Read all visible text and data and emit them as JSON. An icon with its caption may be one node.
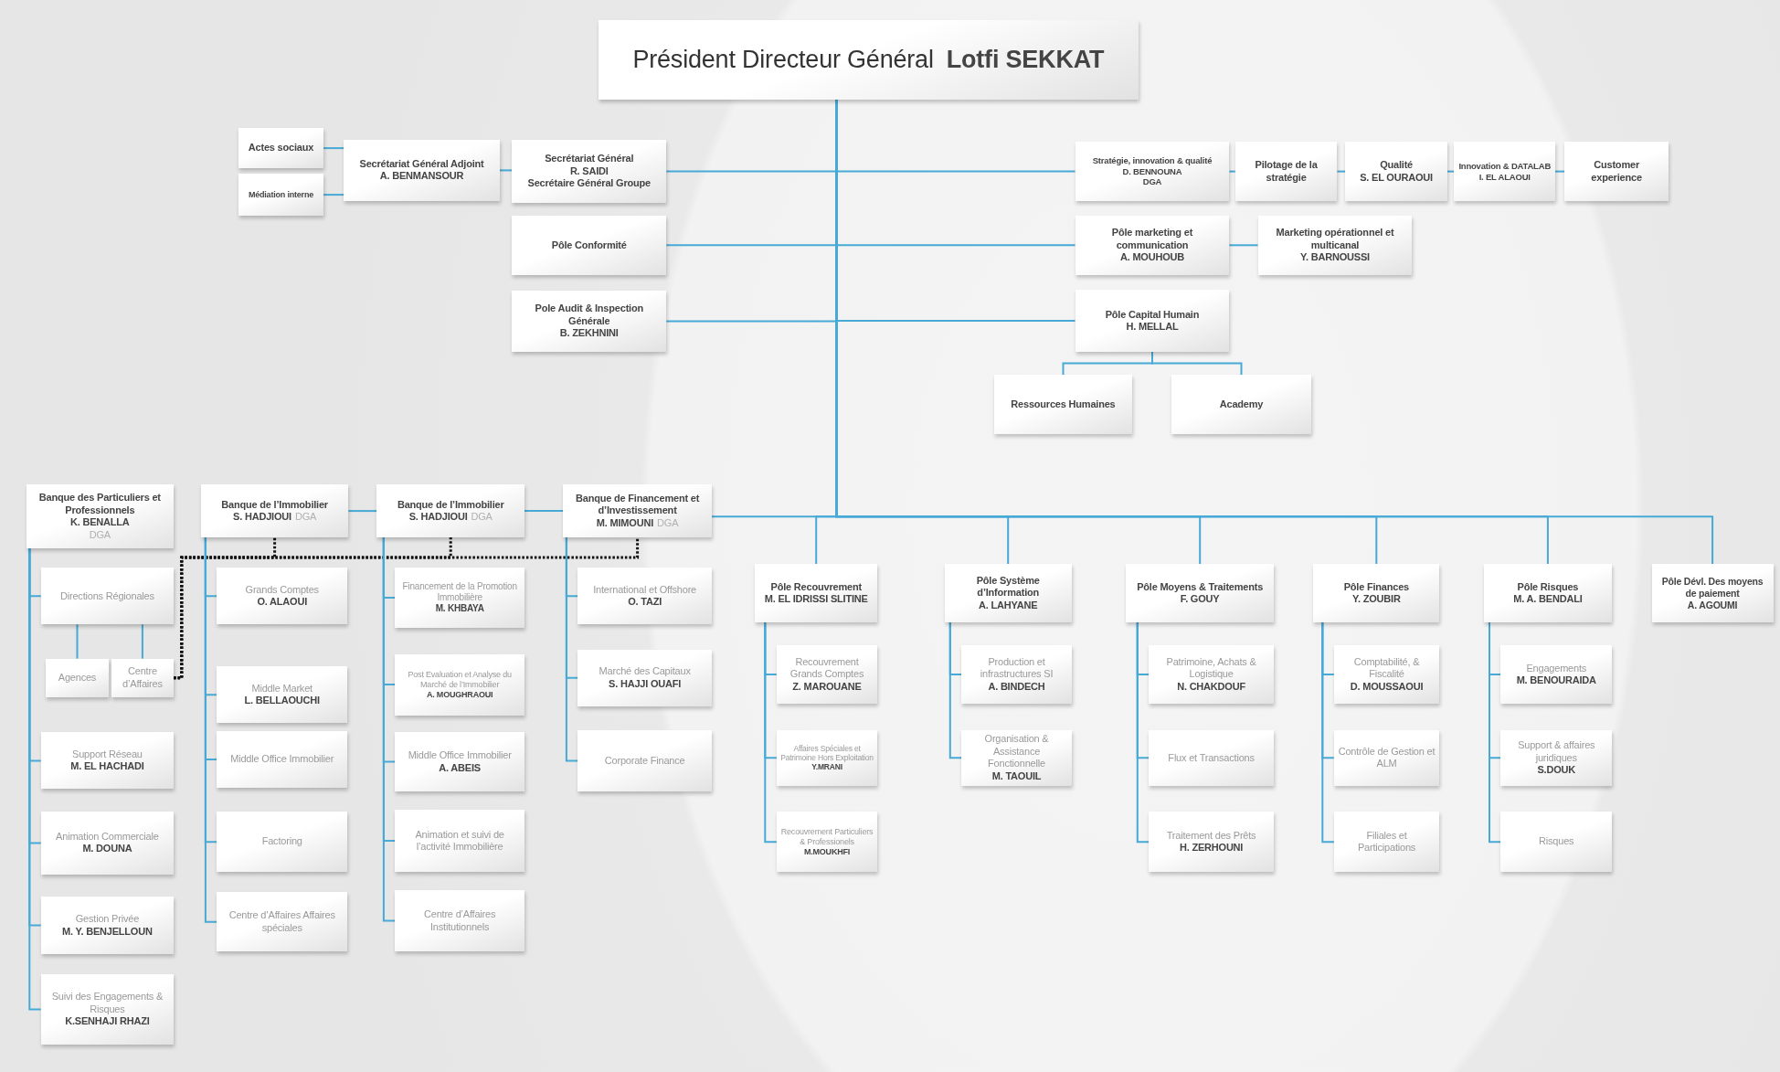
{
  "diagram": {
    "nodes": [
      {
        "text": [
          "Président Directeur Général",
          "Lotfi SEKKAT"
        ]
      },
      {
        "text": [
          "Actes sociaux"
        ]
      },
      {
        "text": [
          "Médiation interne"
        ]
      },
      {
        "text": [
          "Secrétariat Général Adjoint",
          "A. BENMANSOUR"
        ]
      },
      {
        "text": [
          "Secrétariat Général",
          "R. SAIDI",
          "Secrétaire Général Groupe"
        ]
      },
      {
        "text": [
          "Pôle Conformité"
        ]
      },
      {
        "text": [
          "Pole Audit & Inspection Générale",
          "B. ZEKHNINI"
        ]
      },
      {
        "text": [
          "Stratégie, innovation & qualité",
          "D. BENNOUNA",
          "DGA"
        ]
      },
      {
        "text": [
          "Pilotage de la stratégie"
        ]
      },
      {
        "text": [
          "Qualité",
          "S. EL OURAOUI"
        ]
      },
      {
        "text": [
          "Innovation & DATALAB",
          "I. EL ALAOUI"
        ]
      },
      {
        "text": [
          "Customer experience"
        ]
      },
      {
        "text": [
          "Pôle marketing et communication",
          "A. MOUHOUB"
        ]
      },
      {
        "text": [
          "Marketing opérationnel et multicanal",
          "Y. BARNOUSSI"
        ]
      },
      {
        "text": [
          "Pôle Capital Humain",
          "H. MELLAL"
        ]
      },
      {
        "text": [
          "Ressources Humaines"
        ]
      },
      {
        "text": [
          "Academy"
        ]
      },
      {
        "text": [
          "Banque des Particuliers et Professionnels",
          "K. BENALLA",
          "DGA"
        ]
      },
      {
        "text": [
          "Banque de l’Immobilier",
          "S. HADJIOUI",
          "DGA"
        ]
      },
      {
        "text": [
          "Banque de l’Immobilier",
          "S. HADJIOUI",
          "DGA"
        ]
      },
      {
        "text": [
          "Banque de Financement et d’Investissement",
          "M. MIMOUNI",
          "DGA"
        ]
      },
      {
        "text": [
          "Directions Régionales"
        ]
      },
      {
        "text": [
          "Agences"
        ]
      },
      {
        "text": [
          "Centre d’Affaires"
        ]
      },
      {
        "text": [
          "Support Réseau",
          "M. EL HACHADI"
        ]
      },
      {
        "text": [
          "Animation Commerciale",
          "M. DOUNA"
        ]
      },
      {
        "text": [
          "Gestion Privée",
          "M. Y. BENJELLOUN"
        ]
      },
      {
        "text": [
          "Suivi des Engagements & Risques",
          "K.SENHAJI RHAZI"
        ]
      },
      {
        "text": [
          "Grands Comptes",
          "O. ALAOUI"
        ]
      },
      {
        "text": [
          "Middle Market",
          "L. BELLAOUCHI"
        ]
      },
      {
        "text": [
          "Middle Office Immobilier"
        ]
      },
      {
        "text": [
          "Factoring"
        ]
      },
      {
        "text": [
          "Centre d’Affaires Affaires spéciales"
        ]
      },
      {
        "text": [
          "Financement de la Promotion Immobilière",
          "M. KHBAYA"
        ]
      },
      {
        "text": [
          "Post Evaluation et Analyse du Marché de l’Immobilier",
          "A. MOUGHRAOUI"
        ]
      },
      {
        "text": [
          "Middle Office Immobilier",
          "A. ABEIS"
        ]
      },
      {
        "text": [
          "Animation et suivi de l’activité Immobilière"
        ]
      },
      {
        "text": [
          "Centre d’Affaires Institutionnels"
        ]
      },
      {
        "text": [
          "International et Offshore",
          "O. TAZI"
        ]
      },
      {
        "text": [
          "Marché des Capitaux",
          "S. HAJJI OUAFI"
        ]
      },
      {
        "text": [
          "Corporate Finance"
        ]
      },
      {
        "text": [
          "Pôle Recouvrement",
          "M. EL IDRISSI SLITINE"
        ]
      },
      {
        "text": [
          "Recouvrement Grands Comptes",
          "Z. MAROUANE"
        ]
      },
      {
        "text": [
          "Affaires Spéciales et Patrimoine Hors Exploitation",
          "Y.MRANI"
        ]
      },
      {
        "text": [
          "Recouvrement Particuliers & Professionels",
          "M.MOUKHFI"
        ]
      },
      {
        "text": [
          "Pôle Système d’Information",
          "A. LAHYANE"
        ]
      },
      {
        "text": [
          "Production et infrastructures SI",
          "A. BINDECH"
        ]
      },
      {
        "text": [
          "Organisation & Assistance Fonctionnelle",
          "M. TAOUIL"
        ]
      },
      {
        "text": [
          "Pôle Moyens & Traitements",
          "F. GOUY"
        ]
      },
      {
        "text": [
          "Patrimoine, Achats & Logistique",
          "N. CHAKDOUF"
        ]
      },
      {
        "text": [
          "Flux et Transactions"
        ]
      },
      {
        "text": [
          "Traitement des Prêts",
          "H. ZERHOUNI"
        ]
      },
      {
        "text": [
          "Pôle Finances",
          "Y. ZOUBIR"
        ]
      },
      {
        "text": [
          "Comptabilité, & Fiscalité",
          "D. MOUSSAOUI"
        ]
      },
      {
        "text": [
          "Contrôle de Gestion et ALM"
        ]
      },
      {
        "text": [
          "Filiales et Participations"
        ]
      },
      {
        "text": [
          "Pôle Risques",
          "M. A. BENDALI"
        ]
      },
      {
        "text": [
          "Engagements",
          "M. BENOURAIDA"
        ]
      },
      {
        "text": [
          "Support & affaires juridiques",
          "S.DOUK"
        ]
      },
      {
        "text": [
          "Risques"
        ]
      },
      {
        "text": [
          "Pôle Dévl. Des moyens de paiement",
          "A. AGOUMI"
        ]
      }
    ],
    "edges": [
      {
        "from": 0,
        "to": 4,
        "arrow": "none"
      },
      {
        "from": 0,
        "to": 5,
        "arrow": "none"
      },
      {
        "from": 0,
        "to": 6,
        "arrow": "none"
      },
      {
        "from": 4,
        "to": 3,
        "arrow": "none"
      },
      {
        "from": 3,
        "to": 1,
        "arrow": "none"
      },
      {
        "from": 3,
        "to": 2,
        "arrow": "none"
      },
      {
        "from": 0,
        "to": 7,
        "arrow": "none"
      },
      {
        "from": 7,
        "to": 8,
        "arrow": "none"
      },
      {
        "from": 8,
        "to": 9,
        "arrow": "none"
      },
      {
        "from": 9,
        "to": 10,
        "arrow": "none"
      },
      {
        "from": 10,
        "to": 11,
        "arrow": "none"
      },
      {
        "from": 0,
        "to": 12,
        "arrow": "none"
      },
      {
        "from": 12,
        "to": 13,
        "arrow": "none"
      },
      {
        "from": 0,
        "to": 14,
        "arrow": "none"
      },
      {
        "from": 14,
        "to": 15,
        "arrow": "none"
      },
      {
        "from": 14,
        "to": 16,
        "arrow": "none"
      },
      {
        "from": 0,
        "to": 20,
        "arrow": "none"
      },
      {
        "from": 20,
        "to": 19,
        "arrow": "none"
      },
      {
        "from": 19,
        "to": 18,
        "arrow": "none"
      },
      {
        "from": 0,
        "to": 41,
        "arrow": "none"
      },
      {
        "from": 0,
        "to": 45,
        "arrow": "none"
      },
      {
        "from": 0,
        "to": 48,
        "arrow": "none"
      },
      {
        "from": 0,
        "to": 52,
        "arrow": "none"
      },
      {
        "from": 0,
        "to": 56,
        "arrow": "none"
      },
      {
        "from": 0,
        "to": 60,
        "arrow": "none"
      },
      {
        "from": 17,
        "to": 21,
        "arrow": "none"
      },
      {
        "from": 17,
        "to": 24,
        "arrow": "none"
      },
      {
        "from": 17,
        "to": 25,
        "arrow": "none"
      },
      {
        "from": 17,
        "to": 26,
        "arrow": "none"
      },
      {
        "from": 17,
        "to": 27,
        "arrow": "none"
      },
      {
        "from": 21,
        "to": 22,
        "arrow": "none"
      },
      {
        "from": 21,
        "to": 23,
        "arrow": "none"
      },
      {
        "from": 23,
        "to": 18,
        "arrow": "none",
        "style": "dashed",
        "color": "#111111"
      },
      {
        "from": 23,
        "to": 19,
        "arrow": "none",
        "style": "dashed",
        "color": "#111111"
      },
      {
        "from": 23,
        "to": 20,
        "arrow": "none",
        "style": "dashed",
        "color": "#111111"
      },
      {
        "from": 18,
        "to": 28,
        "arrow": "none"
      },
      {
        "from": 18,
        "to": 29,
        "arrow": "none"
      },
      {
        "from": 18,
        "to": 30,
        "arrow": "none"
      },
      {
        "from": 18,
        "to": 31,
        "arrow": "none"
      },
      {
        "from": 18,
        "to": 32,
        "arrow": "none"
      },
      {
        "from": 19,
        "to": 33,
        "arrow": "none"
      },
      {
        "from": 19,
        "to": 34,
        "arrow": "none"
      },
      {
        "from": 19,
        "to": 35,
        "arrow": "none"
      },
      {
        "from": 19,
        "to": 36,
        "arrow": "none"
      },
      {
        "from": 19,
        "to": 37,
        "arrow": "none"
      },
      {
        "from": 20,
        "to": 38,
        "arrow": "none"
      },
      {
        "from": 20,
        "to": 39,
        "arrow": "none"
      },
      {
        "from": 20,
        "to": 40,
        "arrow": "none"
      },
      {
        "from": 41,
        "to": 42,
        "arrow": "none"
      },
      {
        "from": 41,
        "to": 43,
        "arrow": "none"
      },
      {
        "from": 41,
        "to": 44,
        "arrow": "none"
      },
      {
        "from": 45,
        "to": 46,
        "arrow": "none"
      },
      {
        "from": 45,
        "to": 47,
        "arrow": "none"
      },
      {
        "from": 48,
        "to": 49,
        "arrow": "none"
      },
      {
        "from": 48,
        "to": 50,
        "arrow": "none"
      },
      {
        "from": 48,
        "to": 51,
        "arrow": "none"
      },
      {
        "from": 52,
        "to": 53,
        "arrow": "none"
      },
      {
        "from": 52,
        "to": 54,
        "arrow": "none"
      },
      {
        "from": 52,
        "to": 55,
        "arrow": "none"
      },
      {
        "from": 56,
        "to": 57,
        "arrow": "none"
      },
      {
        "from": 56,
        "to": 58,
        "arrow": "none"
      },
      {
        "from": 56,
        "to": 59,
        "arrow": "none"
      }
    ]
  }
}
